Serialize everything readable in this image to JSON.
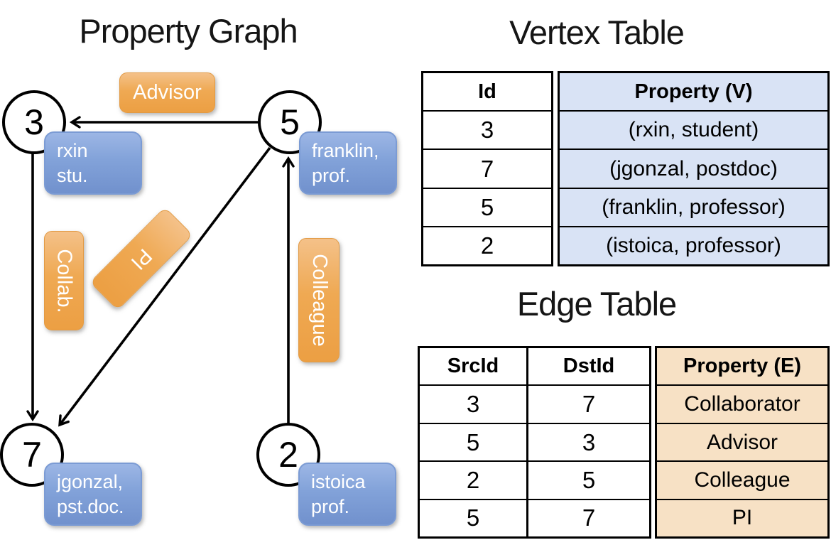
{
  "graph": {
    "title": "Property Graph",
    "nodes": [
      {
        "id": "3",
        "property_line1": "rxin",
        "property_line2": "stu."
      },
      {
        "id": "5",
        "property_line1": "franklin,",
        "property_line2": "prof."
      },
      {
        "id": "7",
        "property_line1": "jgonzal,",
        "property_line2": "pst.doc."
      },
      {
        "id": "2",
        "property_line1": "istoica",
        "property_line2": "prof."
      }
    ],
    "edge_labels": {
      "advisor": "Advisor",
      "collab": "Collab.",
      "pi": "PI",
      "colleague": "Colleague"
    }
  },
  "vertex_table": {
    "title": "Vertex Table",
    "columns": {
      "id": "Id",
      "property": "Property (V)"
    },
    "rows": [
      {
        "id": "3",
        "property": "(rxin, student)"
      },
      {
        "id": "7",
        "property": "(jgonzal, postdoc)"
      },
      {
        "id": "5",
        "property": "(franklin, professor)"
      },
      {
        "id": "2",
        "property": "(istoica, professor)"
      }
    ]
  },
  "edge_table": {
    "title": "Edge Table",
    "columns": {
      "src": "SrcId",
      "dst": "DstId",
      "property": "Property (E)"
    },
    "rows": [
      {
        "src": "3",
        "dst": "7",
        "property": "Collaborator"
      },
      {
        "src": "5",
        "dst": "3",
        "property": "Advisor"
      },
      {
        "src": "2",
        "dst": "5",
        "property": "Colleague"
      },
      {
        "src": "5",
        "dst": "7",
        "property": "PI"
      }
    ]
  },
  "colors": {
    "vertex_property_bg": "#d9e3f5",
    "edge_property_bg": "#f7e1c5",
    "vertex_box_blue": "#82a2d9",
    "edge_label_orange": "#efa953",
    "line_black": "#000000"
  }
}
